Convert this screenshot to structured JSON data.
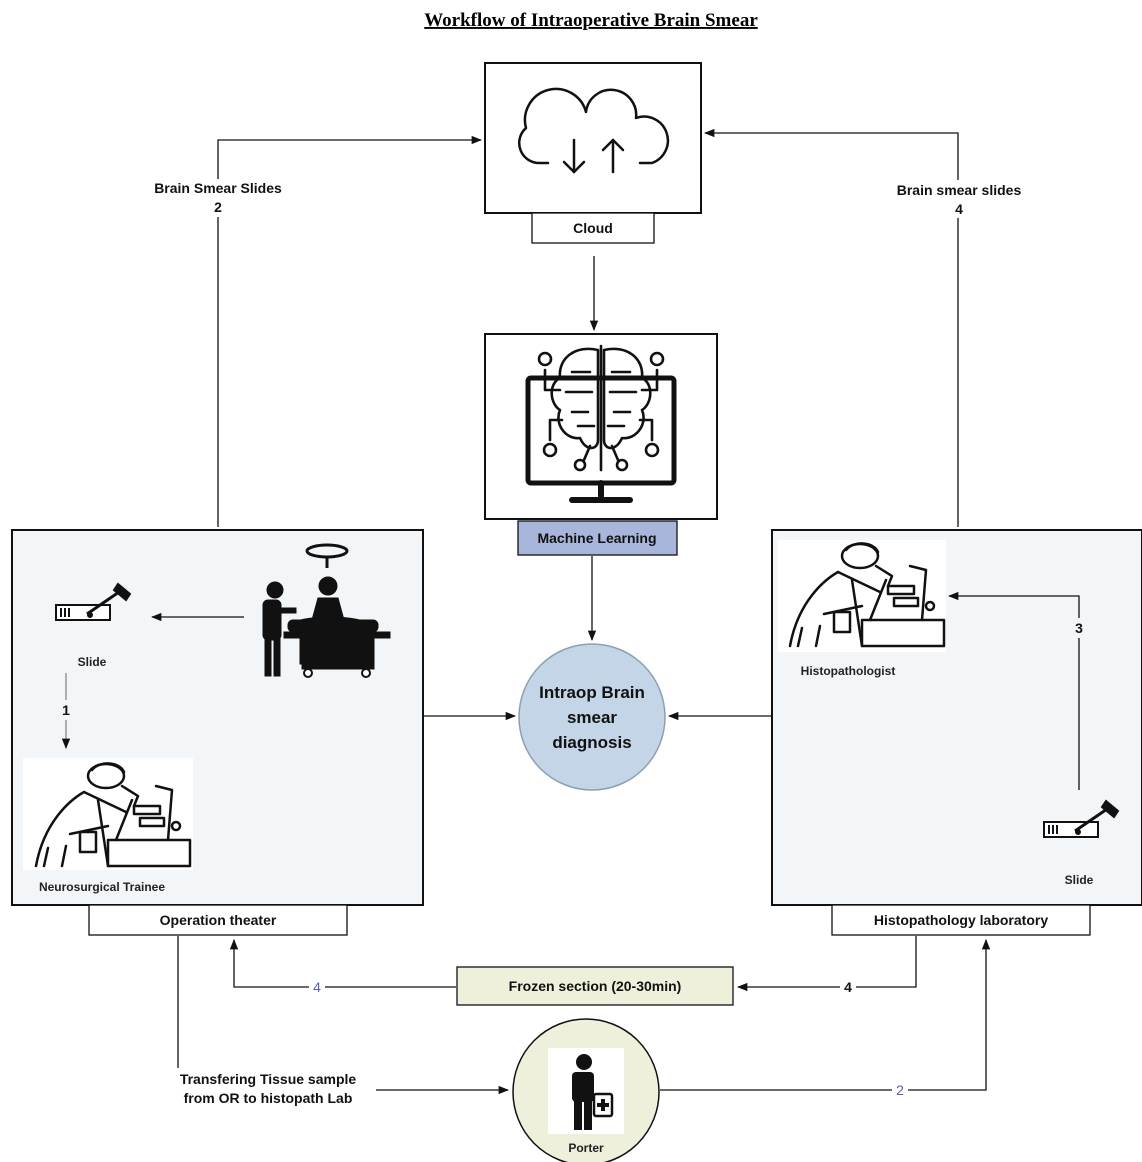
{
  "title": "Workflow of Intraoperative Brain Smear",
  "nodes": {
    "cloud": {
      "label": "Cloud",
      "icon": "cloud-sync-icon"
    },
    "machine_learning": {
      "label": "Machine Learning",
      "icon": "brain-computer-icon",
      "color": "#a8b6dc"
    },
    "center": {
      "line1": "Intraop Brain",
      "line2": "smear",
      "line3": "diagnosis",
      "color": "#c3d5e6"
    },
    "operation_theater": {
      "label": "Operation theater",
      "slide_label": "Slide",
      "trainee_label": "Neurosurgical Trainee",
      "panel_color": "#f2f6f8"
    },
    "histopathology_laboratory": {
      "label": "Histopathology laboratory",
      "histopathologist_label": "Histopathologist",
      "slide_label": "Slide",
      "panel_color": "#f2f6f8"
    },
    "frozen_section": {
      "label": "Frozen section (20-30min)",
      "color": "#eef0dc"
    },
    "porter": {
      "label": "Porter",
      "color": "#eef0dc"
    }
  },
  "edges": {
    "left_upload": {
      "label": "Brain Smear Slides",
      "number": "2"
    },
    "right_upload": {
      "label": "Brain smear slides",
      "number": "4"
    },
    "ot_slide_to_trainee": {
      "number": "1"
    },
    "lab_slide_to_histopathologist": {
      "number": "3"
    },
    "frozen_to_ot": {
      "number": "4"
    },
    "lab_to_frozen": {
      "number": "4"
    },
    "transfer": {
      "line1": "Transfering Tissue sample",
      "line2": "from OR to histopath Lab"
    },
    "porter_to_lab": {
      "number": "2"
    }
  }
}
